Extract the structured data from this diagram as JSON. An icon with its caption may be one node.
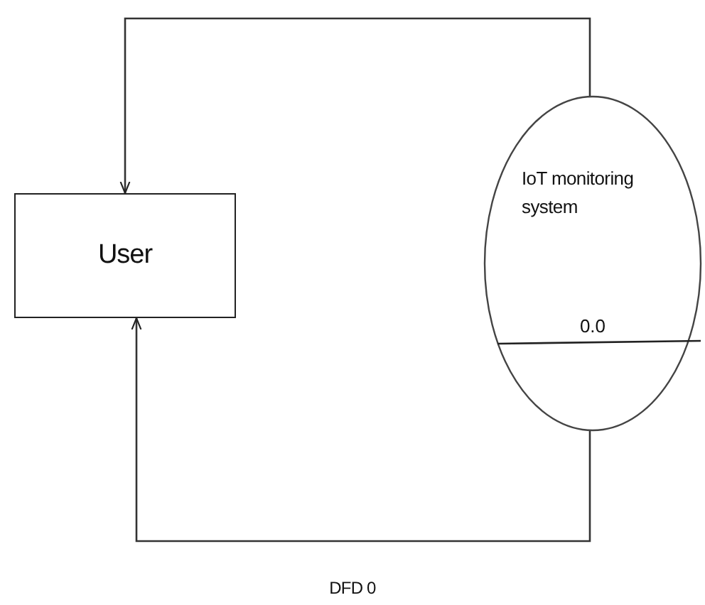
{
  "diagram": {
    "caption": "DFD 0",
    "nodes": [
      {
        "text": [
          "User"
        ]
      },
      {
        "text": [
          "IoT monitoring system",
          "0.0"
        ]
      }
    ],
    "edges": [
      {
        "from": 1,
        "to": 0,
        "arrow": "to"
      },
      {
        "from": 1,
        "to": 0,
        "arrow": "to"
      }
    ]
  }
}
